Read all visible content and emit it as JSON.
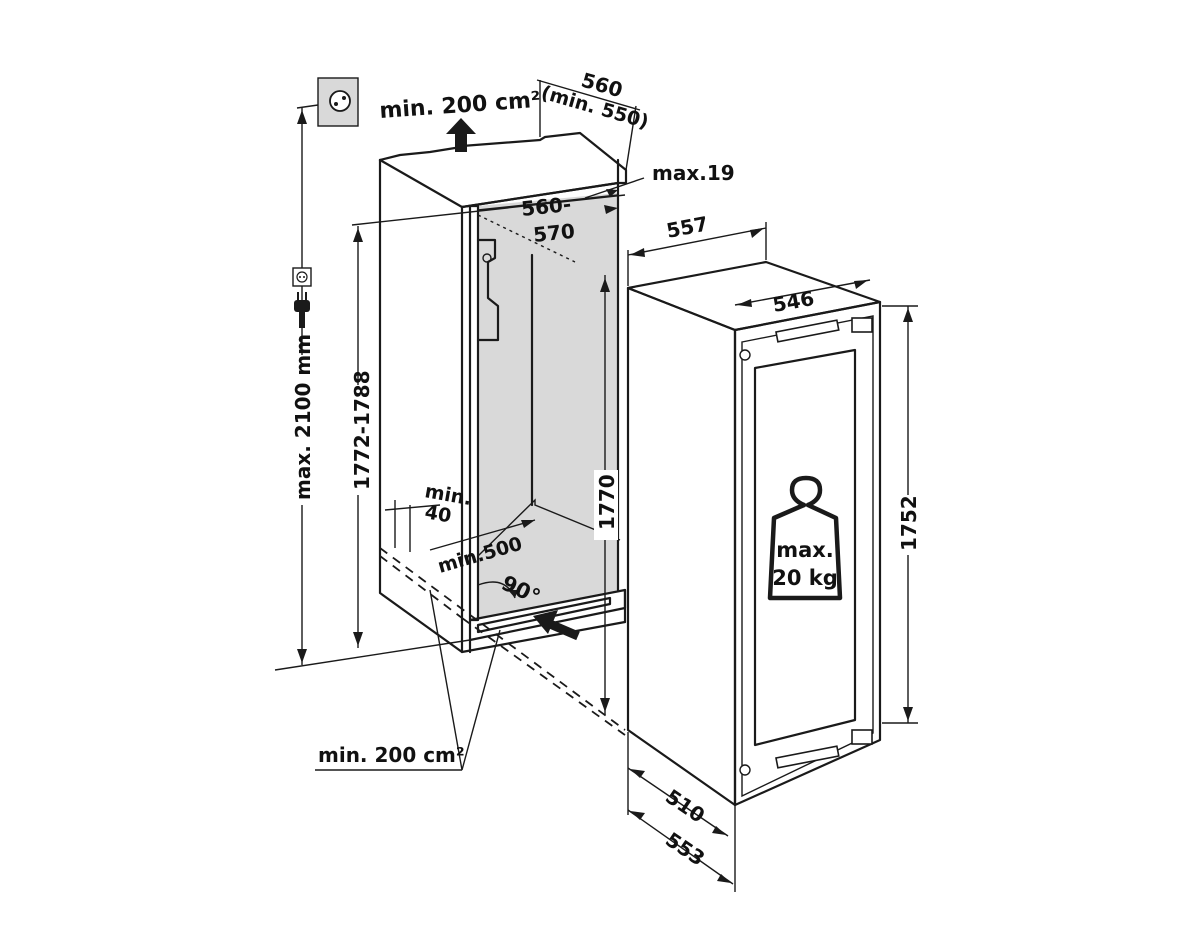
{
  "colors": {
    "line": "#1a1a1a",
    "niche_fill": "#d8d8d8",
    "background": "#ffffff"
  },
  "icons": {
    "power_socket": "power-socket-icon",
    "socket_small": "socket-small-icon",
    "plug": "plug-icon",
    "weight": "weight-icon",
    "air_arrow_up": "air-arrow-up-icon",
    "air_arrow_in": "air-arrow-in-icon"
  },
  "labels": {
    "vent_top": "min. 200 cm²",
    "niche_width_outer": "560",
    "niche_width_min": "(min. 550)",
    "offset_max": "max.19",
    "inner_width_a": "560-",
    "inner_width_b": "570",
    "depth_557": "557",
    "width_546": "546",
    "max_height_total": "max. 2100 mm",
    "niche_height": "1772-1788",
    "min_40_a": "min.",
    "min_40_b": "40",
    "min_500": "min.500",
    "angle_90": "90°",
    "door_height_1770": "1770",
    "appliance_height_1752": "1752",
    "vent_bottom": "min. 200 cm²",
    "depth_510": "510",
    "depth_553": "553",
    "weight_a": "max.",
    "weight_b": "20 kg"
  }
}
